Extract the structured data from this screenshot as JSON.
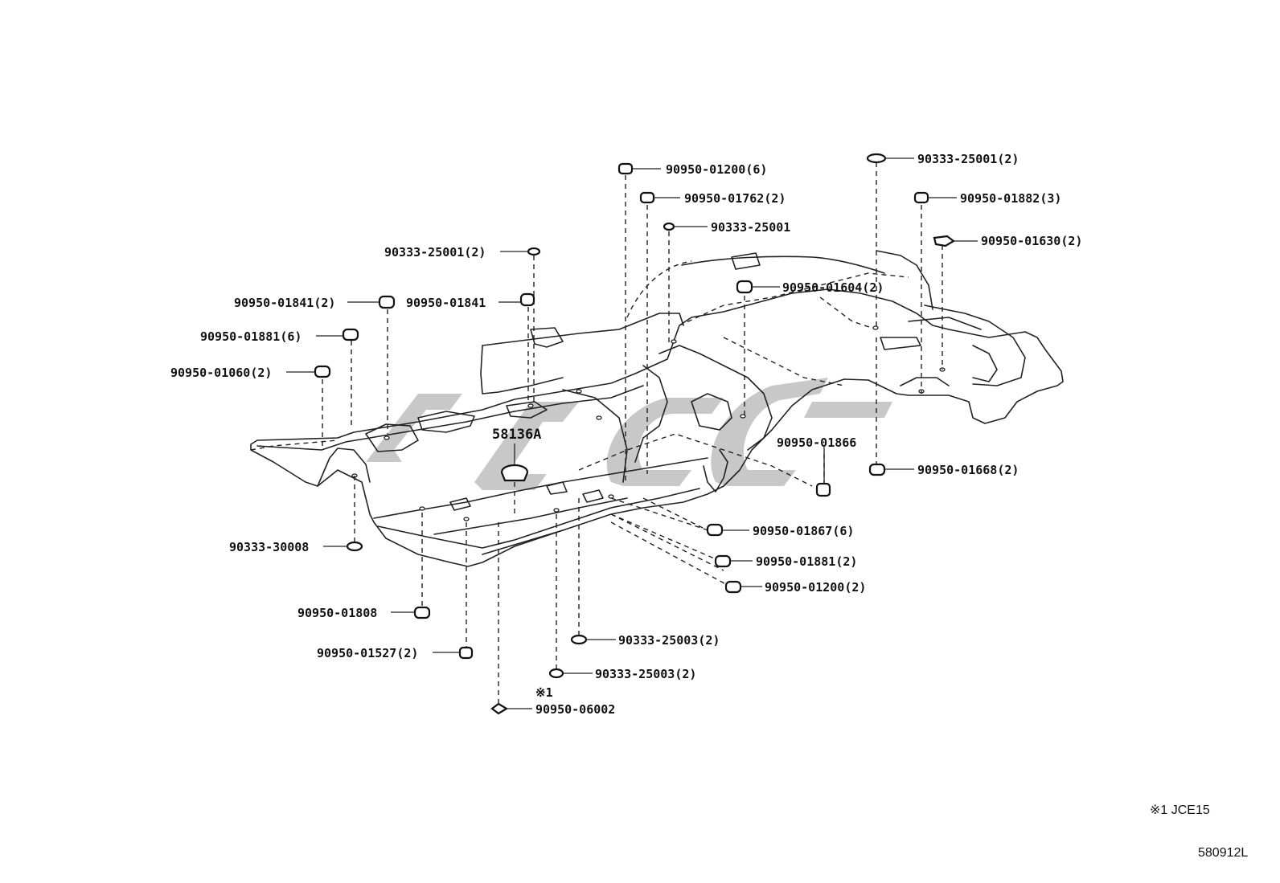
{
  "callouts": [
    {
      "id": "c1",
      "text": "90950-01200(6)"
    },
    {
      "id": "c2",
      "text": "90950-01762(2)"
    },
    {
      "id": "c3",
      "text": "90333-25001"
    },
    {
      "id": "c4",
      "text": "90333-25001(2)"
    },
    {
      "id": "c5",
      "text": "90950-01882(3)"
    },
    {
      "id": "c6",
      "text": "90950-01630(2)"
    },
    {
      "id": "c7",
      "text": "90333-25001(2)"
    },
    {
      "id": "c8",
      "text": "90950-01841(2)"
    },
    {
      "id": "c9",
      "text": "90950-01841"
    },
    {
      "id": "c10",
      "text": "90950-01604(2)"
    },
    {
      "id": "c11",
      "text": "90950-01881(6)"
    },
    {
      "id": "c12",
      "text": "90950-01060(2)"
    },
    {
      "id": "c13",
      "text": "58136A"
    },
    {
      "id": "c14",
      "text": "90950-01866"
    },
    {
      "id": "c15",
      "text": "90950-01668(2)"
    },
    {
      "id": "c16",
      "text": "90950-01867(6)"
    },
    {
      "id": "c17",
      "text": "90333-30008"
    },
    {
      "id": "c18",
      "text": "90950-01881(2)"
    },
    {
      "id": "c19",
      "text": "90950-01200(2)"
    },
    {
      "id": "c20",
      "text": "90950-01808"
    },
    {
      "id": "c21",
      "text": "90333-25003(2)"
    },
    {
      "id": "c22",
      "text": "90950-01527(2)"
    },
    {
      "id": "c23",
      "text": "90333-25003(2)"
    },
    {
      "id": "c24",
      "text": "※1"
    },
    {
      "id": "c25",
      "text": "90950-06002"
    }
  ],
  "footnote": "※1 JCE15",
  "diagram_code": "580912L"
}
